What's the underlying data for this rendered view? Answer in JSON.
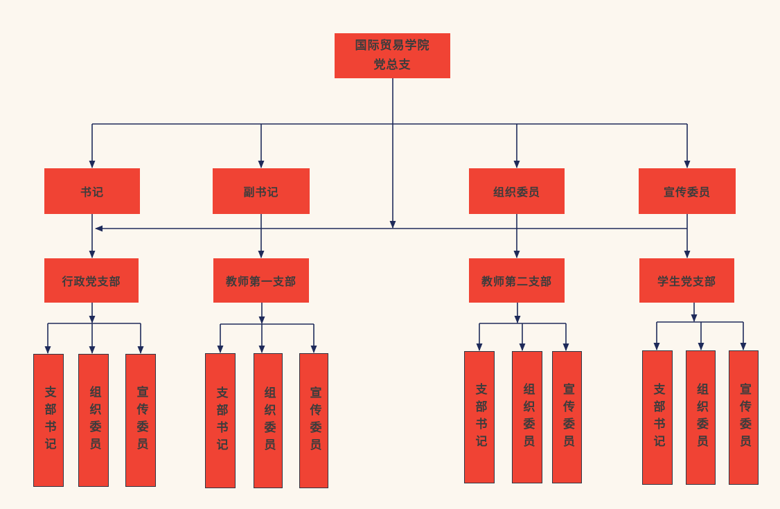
{
  "palette": {
    "background": "#FCF7EF",
    "node_fill": "#F04334",
    "node_text": "#3C3C3C",
    "connector_line": "#1E2A5A",
    "leaf_border": "#2F3542"
  },
  "org": {
    "root_label": "国际贸易学院\n党总支",
    "officers": [
      "书记",
      "副书记",
      "组织委员",
      "宣传委员"
    ],
    "branches": [
      "行政党支部",
      "教师第一支部",
      "教师第二支部",
      "学生党支部"
    ],
    "leaf_groups": [
      [
        "支部书记",
        "组织委员",
        "宣传委员"
      ],
      [
        "支部书记",
        "组织委员",
        "宣传委员"
      ],
      [
        "支部书记",
        "组织委员",
        "宣传委员"
      ],
      [
        "支部书记",
        "组织委员",
        "宣传委员"
      ]
    ]
  }
}
